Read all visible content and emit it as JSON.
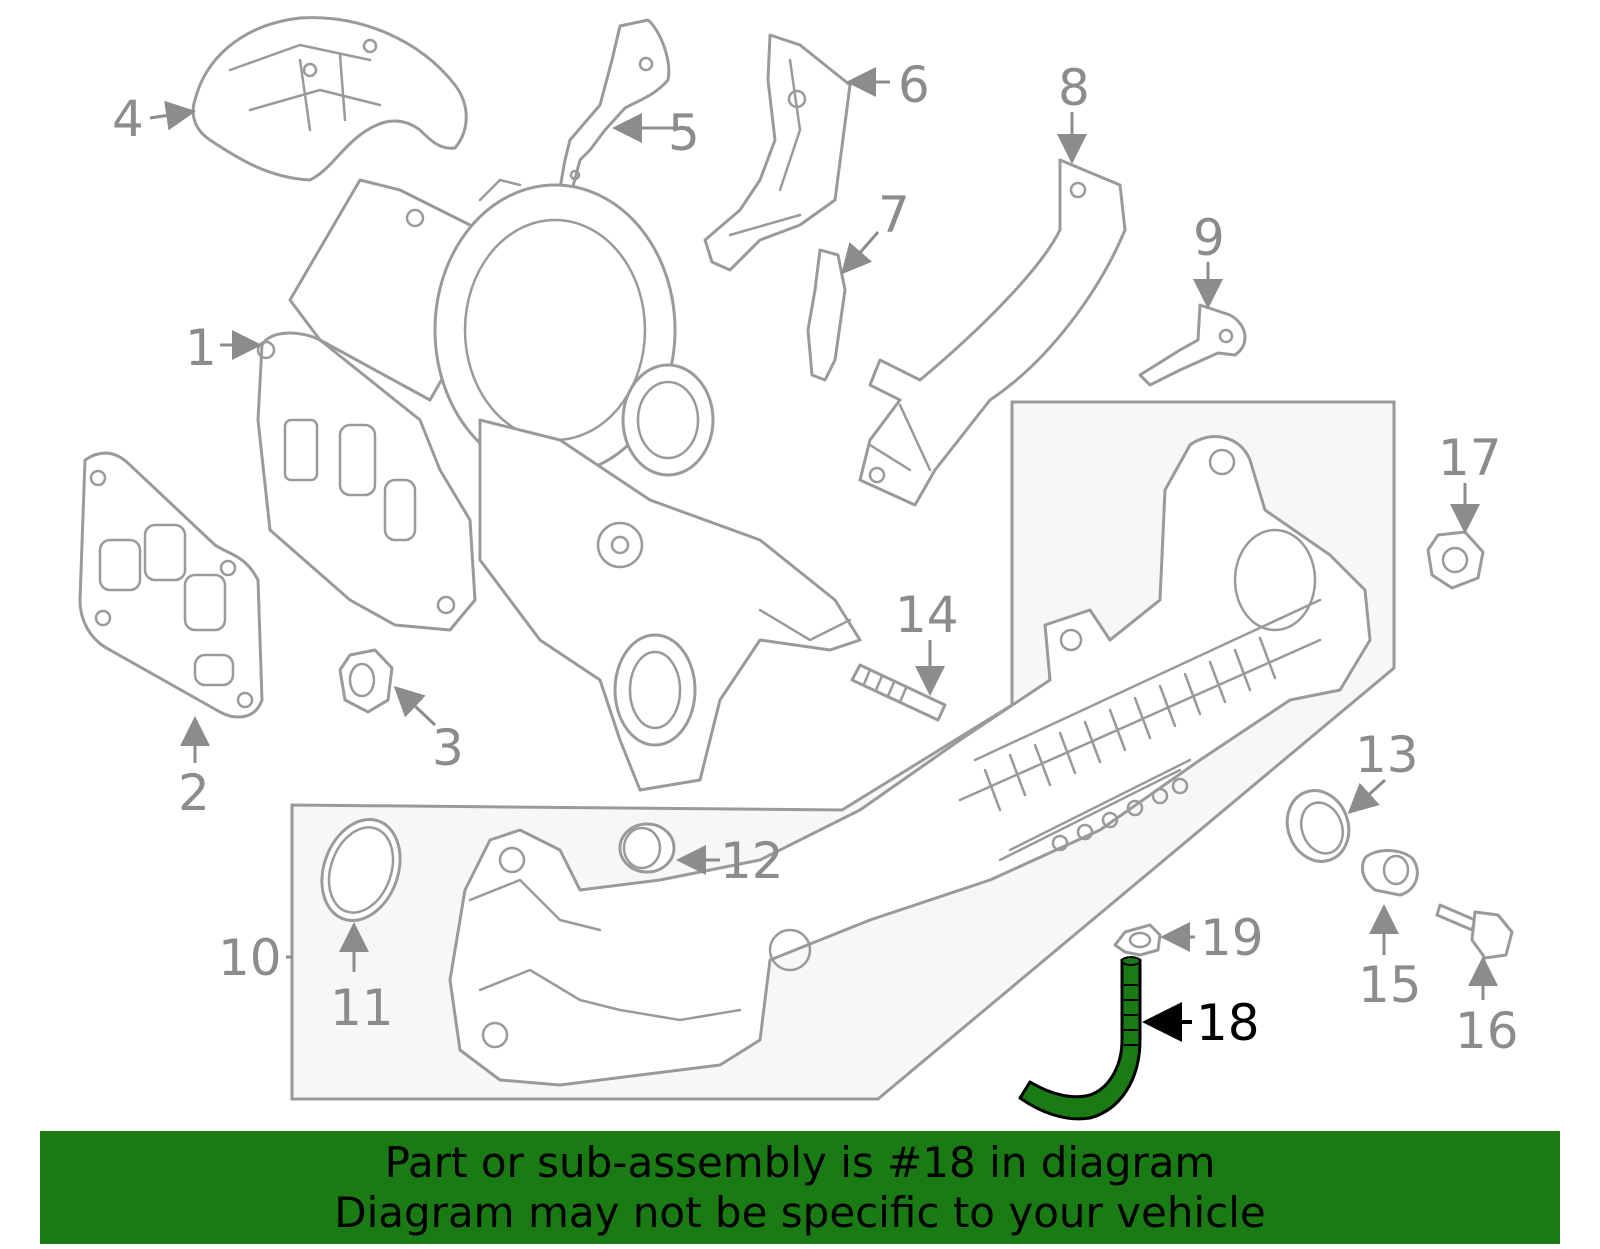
{
  "callouts": {
    "c1": "1",
    "c2": "2",
    "c3": "3",
    "c4": "4",
    "c5": "5",
    "c6": "6",
    "c7": "7",
    "c8": "8",
    "c9": "9",
    "c10": "10",
    "c11": "11",
    "c12": "12",
    "c13": "13",
    "c14": "14",
    "c15": "15",
    "c16": "16",
    "c17": "17",
    "c18": "18",
    "c19": "19"
  },
  "highlight": {
    "part_number": "18",
    "color": "#1a7a14"
  },
  "colors": {
    "line": "#9a9a9a",
    "label": "#8c8c8c",
    "banner": "#1a7a14"
  },
  "banner": {
    "line1": "Part or sub-assembly is #18 in diagram",
    "line2": "Diagram may not be specific to your vehicle"
  }
}
